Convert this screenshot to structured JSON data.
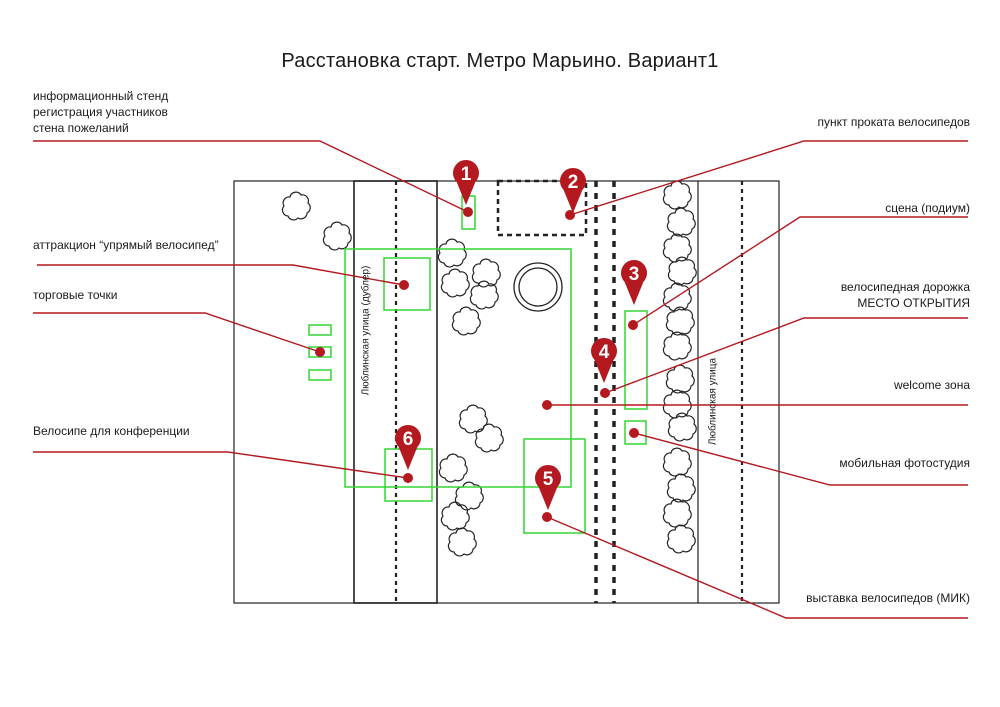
{
  "title": "Расстановка старт. Метро Марьино. Вариант1",
  "colors": {
    "accent": "#b3191f",
    "zone": "#33d633",
    "line": "#222222"
  },
  "streets": {
    "left": "Люблинская улица (дублер)",
    "right": "Люблинская улица"
  },
  "labels": {
    "info_stand": "информационный стенд\nрегистрация участников\nстена пожеланий",
    "attraction": "аттракцион “упрямый велосипед”",
    "trade": "торговые точки",
    "conference_bike": "Велосипе для конференции",
    "rental": "пункт проката велосипедов",
    "stage": "сцена (подиум)",
    "bike_path": "велосипедная дорожка\nМЕСТО ОТКРЫТИЯ",
    "welcome": "welcome зона",
    "photo": "мобильная фотостудия",
    "exhibition": "выставка велосипедов (МИК)"
  },
  "markers": [
    {
      "id": "marker-1",
      "number": "1"
    },
    {
      "id": "marker-2",
      "number": "2"
    },
    {
      "id": "marker-3",
      "number": "3"
    },
    {
      "id": "marker-4",
      "number": "4"
    },
    {
      "id": "marker-5",
      "number": "5"
    },
    {
      "id": "marker-6",
      "number": "6"
    }
  ]
}
